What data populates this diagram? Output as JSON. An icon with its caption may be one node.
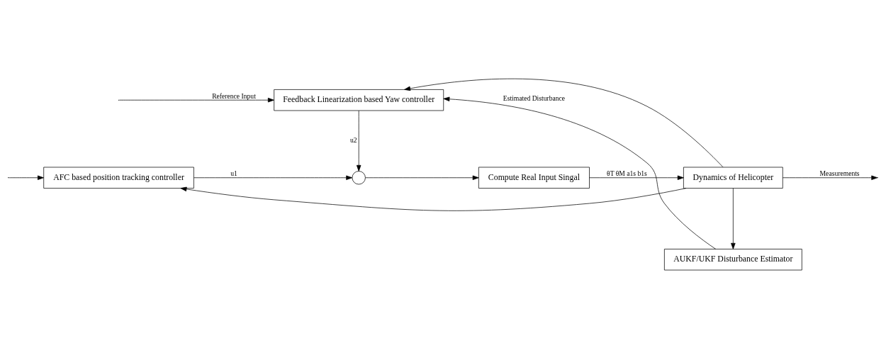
{
  "diagram": {
    "nodes": [
      {
        "text": [
          "AFC based position tracking controller"
        ]
      },
      {
        "text": [],
        "shape": "circle"
      },
      {
        "text": [
          "Compute Real Input Singal"
        ]
      },
      {
        "text": [
          "Dynamics of Helicopter"
        ]
      },
      {
        "text": [
          "Feedback Linearization based Yaw controller"
        ]
      },
      {
        "text": [
          "AUKF/UKF Disturbance Estimator"
        ]
      }
    ],
    "edges": [
      {
        "from": null,
        "to": 0,
        "arrow": "to"
      },
      {
        "from": null,
        "to": 4,
        "arrow": "to",
        "label": "Reference Input"
      },
      {
        "from": 0,
        "to": 1,
        "arrow": "to",
        "label": "u1"
      },
      {
        "from": 4,
        "to": 1,
        "arrow": "to",
        "label": "u2"
      },
      {
        "from": 1,
        "to": 2,
        "arrow": "to"
      },
      {
        "from": 2,
        "to": 3,
        "arrow": "to",
        "label": "θT θM a1s b1s"
      },
      {
        "from": 3,
        "to": null,
        "arrow": "to",
        "label": "Measurements"
      },
      {
        "from": 3,
        "to": 0,
        "arrow": "to"
      },
      {
        "from": 3,
        "to": 5,
        "arrow": "to"
      },
      {
        "from": 3,
        "to": 4,
        "arrow": "to"
      },
      {
        "from": 5,
        "to": 4,
        "arrow": "to",
        "label": "Estimated Disturbance"
      }
    ]
  }
}
